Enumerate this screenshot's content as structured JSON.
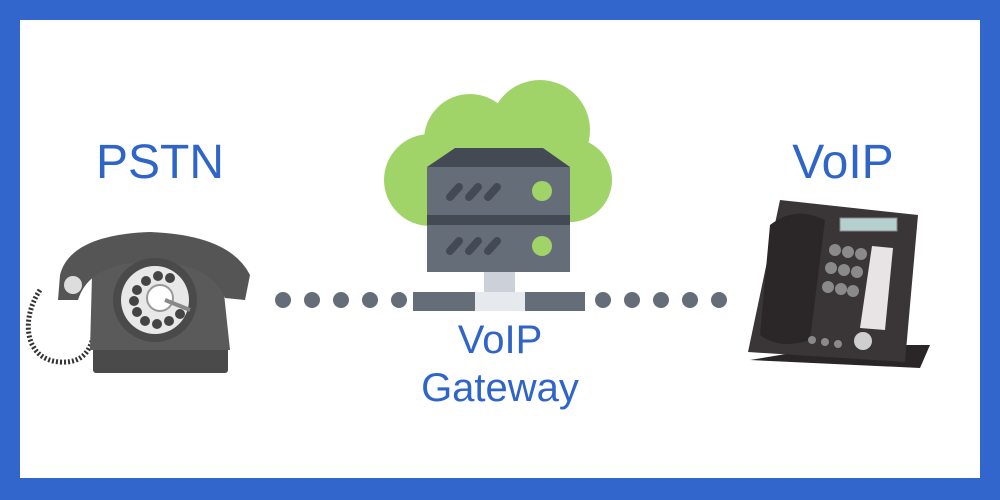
{
  "labels": {
    "left": "PSTN",
    "right": "VoIP",
    "center_line1": "VoIP",
    "center_line2": "Gateway"
  },
  "icons": {
    "left": "rotary-telephone-icon",
    "center": "server-cloud-gateway-icon",
    "right": "ip-desk-phone-icon"
  },
  "colors": {
    "frame": "#3366cc",
    "text": "#2f65c9",
    "cloud": "#a0d468",
    "server": "#656d78",
    "dots": "#656d78"
  }
}
